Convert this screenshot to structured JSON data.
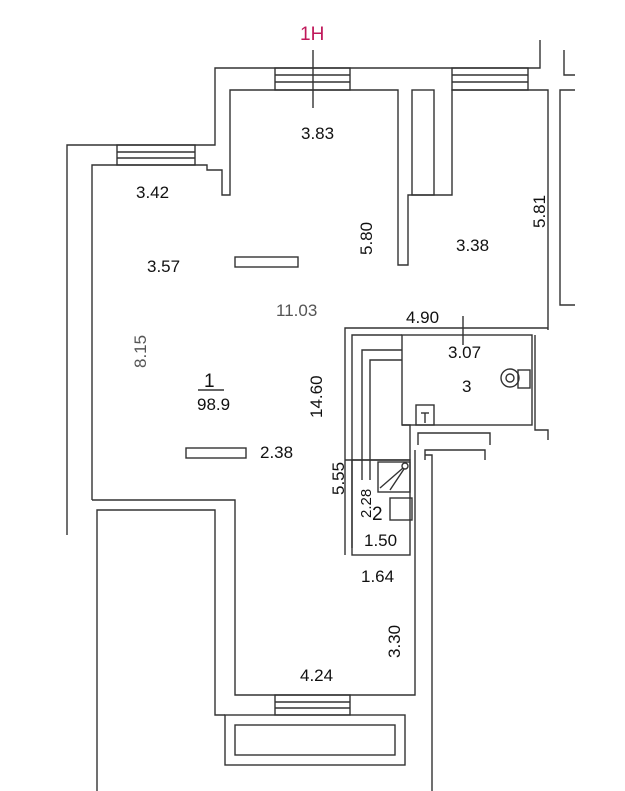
{
  "plan": {
    "unit_label": "1Н",
    "accent_color": "#c0185a",
    "room1": {
      "number": "1",
      "area": "98.9"
    },
    "room2": {
      "number": "2"
    },
    "room3": {
      "number": "3"
    },
    "dimensions": {
      "d383": "3.83",
      "d342": "3.42",
      "d580": "5.80",
      "d581": "5.81",
      "d338": "3.38",
      "d357": "3.57",
      "d1103": "11.03",
      "d815": "8.15",
      "d490": "4.90",
      "d307": "3.07",
      "d1460": "14.60",
      "d238": "2.38",
      "d555": "5.55",
      "d228": "2.28",
      "d150": "1.50",
      "d164": "1.64",
      "d330": "3.30",
      "d424": "4.24"
    }
  }
}
